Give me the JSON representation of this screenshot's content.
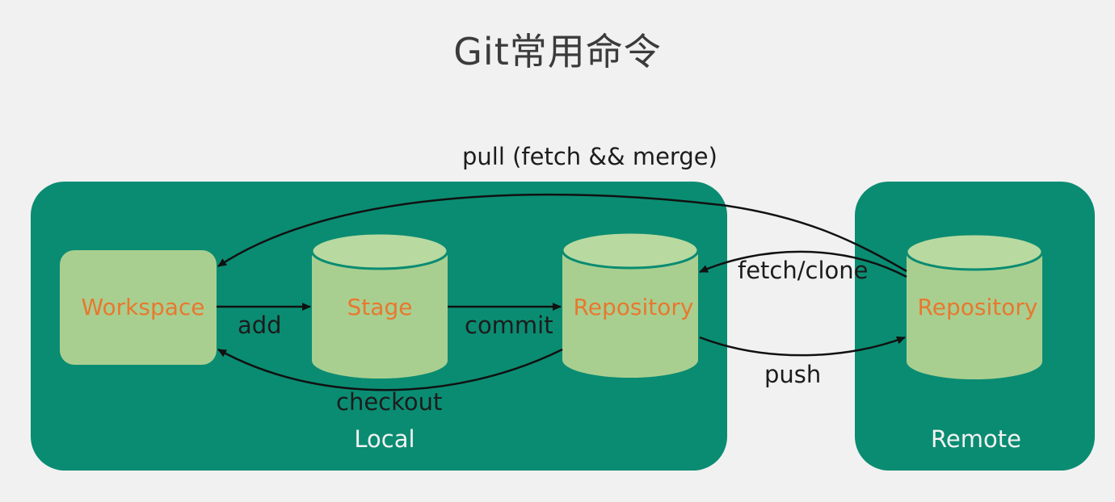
{
  "title": "Git常用命令",
  "colors": {
    "background": "#f1f1f1",
    "group_fill": "#0a8c72",
    "node_fill": "#a9cf90",
    "node_top": "#b8d9a0",
    "node_label": "#e8782f",
    "arrow": "#111111"
  },
  "groups": {
    "local": "Local",
    "remote": "Remote"
  },
  "nodes": {
    "workspace": "Workspace",
    "stage": "Stage",
    "local_repository": "Repository",
    "remote_repository": "Repository"
  },
  "commands": {
    "add": "add",
    "commit": "commit",
    "checkout": "checkout",
    "fetch_clone": "fetch/clone",
    "push": "push",
    "pull": "pull (fetch && merge)"
  }
}
